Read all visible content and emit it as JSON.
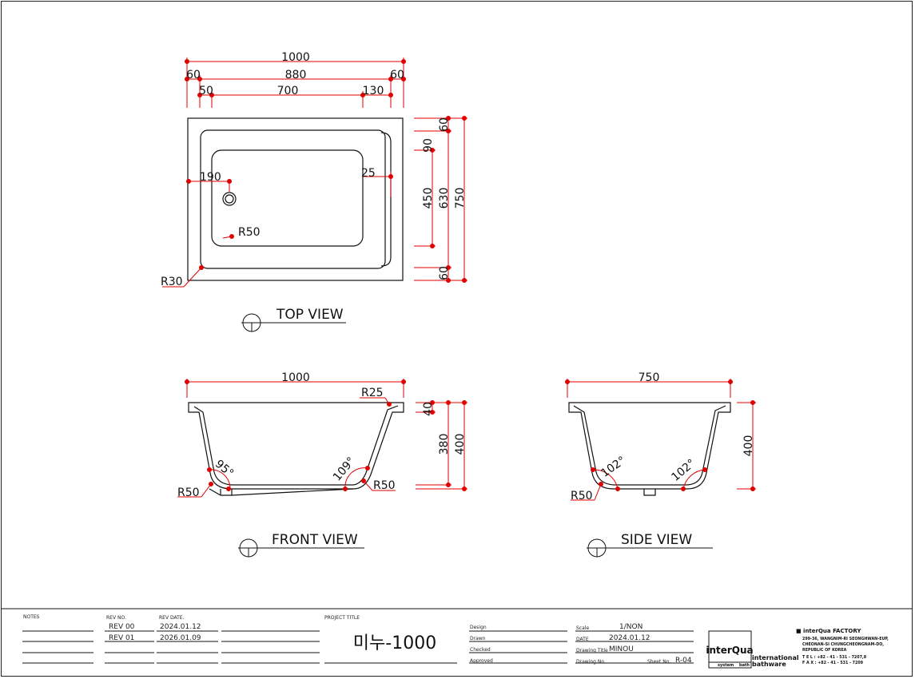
{
  "top_view": {
    "title": "TOP VIEW",
    "dims": {
      "overall_width": "1000",
      "flange_left": "60",
      "inner_width": "880",
      "flange_right": "60",
      "basin_offset_left": "50",
      "basin_width": "700",
      "basin_offset_right": "130",
      "drain_offset": "190",
      "inner_corner_radius": "R50",
      "outer_corner_radius": "R30",
      "flange_top": "60",
      "basin_offset_top": "90",
      "basin_depth": "450",
      "inner_depth": "630",
      "overall_depth": "750",
      "flange_bottom": "60",
      "step": "25"
    }
  },
  "front_view": {
    "title": "FRONT VIEW",
    "dims": {
      "overall_width": "1000",
      "rim_radius": "R25",
      "rim_height": "40",
      "inner_height": "380",
      "overall_height": "400",
      "left_angle": "95°",
      "right_angle": "109°",
      "left_radius": "R50",
      "right_radius": "R50"
    }
  },
  "side_view": {
    "title": "SIDE VIEW",
    "dims": {
      "overall_width": "750",
      "overall_height": "400",
      "left_angle": "102°",
      "right_angle": "102°",
      "bottom_radius": "R50"
    }
  },
  "title_block": {
    "notes_label": "NOTES",
    "rev_no_label": "REV NO.",
    "rev_date_label": "REV DATE.",
    "revisions": [
      {
        "no": "REV 00",
        "date": "2024.01.12"
      },
      {
        "no": "REV 01",
        "date": "2026.01.09"
      }
    ],
    "project_title_label": "PROJECT TITLE",
    "project_title": "미누-1000",
    "design_label": "Design",
    "drawn_label": "Drawn",
    "checked_label": "Checked",
    "approved_label": "Approved",
    "scale_label": "Scale",
    "scale_value": "1/NON",
    "date_label": "DATE",
    "date_value": "2024.01.12",
    "drawing_title_label": "Drawing Title",
    "drawing_title_value": "MINOU",
    "drawing_no_label": "Drawing No.",
    "sheet_no_label": "Sheet No.",
    "sheet_no_value": "R-04",
    "logo_text": "interQua",
    "logo_sub_left": "system",
    "logo_sub_right": "bath",
    "logo_side_1": "international",
    "logo_side_2": "bathware",
    "company_name": "■ interQua FACTORY",
    "address_1": "299-36, WANGNIM-RI SEONGHWAN-EUP,",
    "address_2": "CHEONAN-SI CHUNGCHEONGNAM-DO,",
    "address_3": "REPUBLIC OF KOREA",
    "tel": "T E L  : +82 - 41 - 531 - 7207,8",
    "fax": "F A X : +82 - 41 - 531 - 7209"
  },
  "colors": {
    "dimension": "#e00000",
    "outline": "#111111",
    "text": "#222222"
  }
}
